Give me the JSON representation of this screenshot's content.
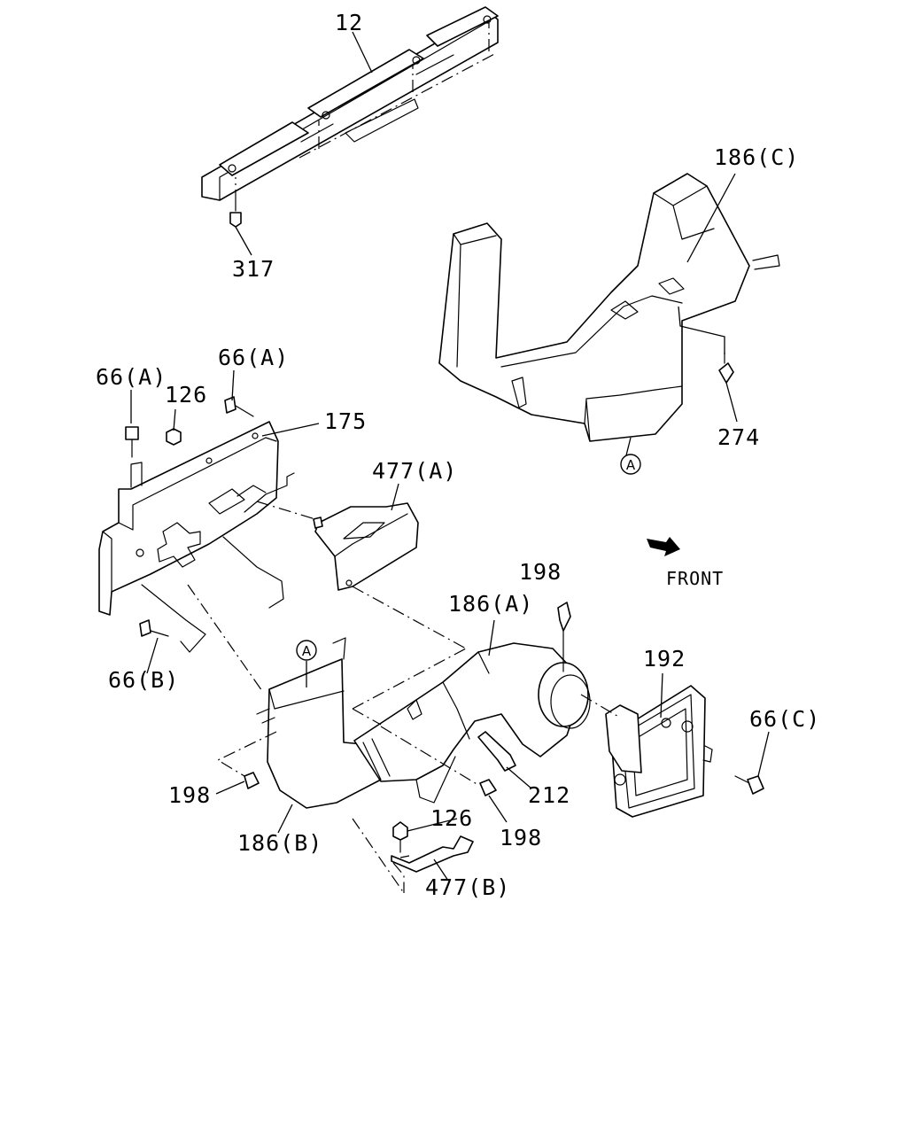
{
  "labels": {
    "l12": "12",
    "l317": "317",
    "l186c": "186(C)",
    "l274": "274",
    "l66a_left": "66(A)",
    "l66a_right": "66(A)",
    "l126_top": "126",
    "l175": "175",
    "l477a": "477(A)",
    "l198_top": "198",
    "l186a": "186(A)",
    "l192": "192",
    "l66c": "66(C)",
    "l66b": "66(B)",
    "l198_left": "198",
    "l186b": "186(B)",
    "l212": "212",
    "l126_bottom": "126",
    "l198_bottom": "198",
    "l477b": "477(B)",
    "front": "FRONT",
    "ref_a_upper": "A",
    "ref_a_lower": "A"
  },
  "colors": {
    "line": "#000000",
    "background": "#ffffff"
  },
  "icons": {
    "direction": "front-arrow-icon"
  }
}
